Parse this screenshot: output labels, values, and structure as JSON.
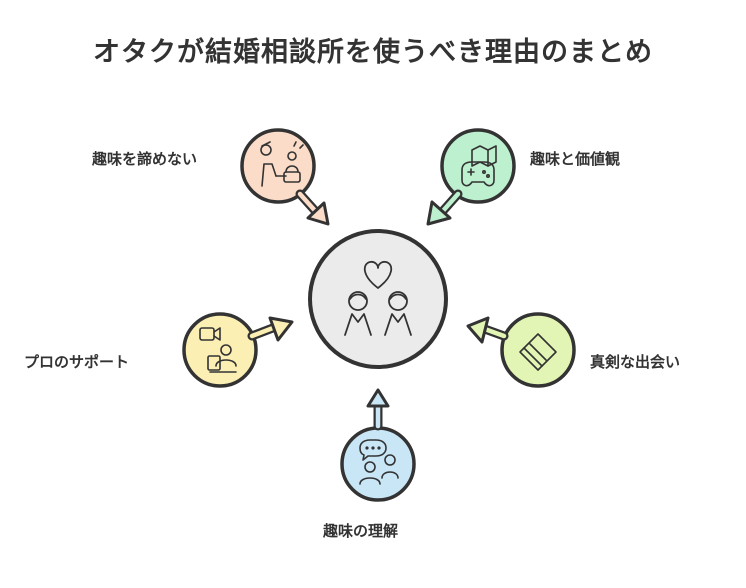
{
  "title": "オタクが結婚相談所を使うべき理由のまとめ",
  "center": {
    "icon": "couple-heart-icon"
  },
  "reasons": [
    {
      "label": "趣味を諦めない",
      "icon": "hobby-craft-icon",
      "color": "#fbdcc8"
    },
    {
      "label": "趣味と価値観",
      "icon": "game-controller-book-icon",
      "color": "#bdf0cf"
    },
    {
      "label": "プロのサポート",
      "icon": "video-call-icon",
      "color": "#fbefb4"
    },
    {
      "label": "真剣な出会い",
      "icon": "handshake-diamond-icon",
      "color": "#e3f5b4"
    },
    {
      "label": "趣味の理解",
      "icon": "conversation-people-icon",
      "color": "#c9e6f7"
    }
  ],
  "colors": {
    "center_fill": "#ebebeb",
    "stroke": "#333333"
  }
}
